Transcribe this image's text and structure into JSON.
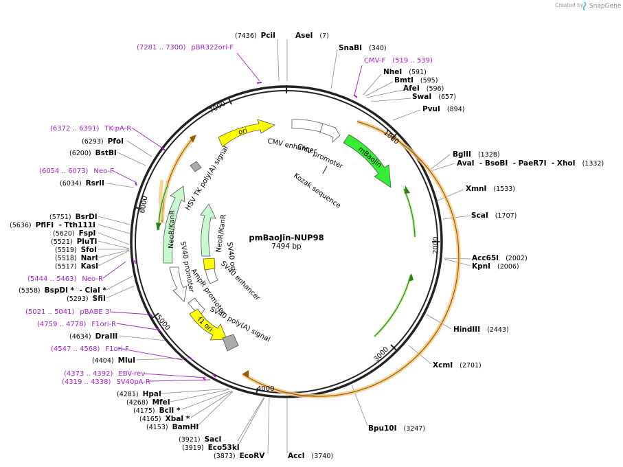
{
  "header": {
    "credit_prefix": "Created by",
    "credit_brand": "SnapGene"
  },
  "plasmid": {
    "name": "pmBaoJin-NUP98",
    "length_label": "7494 bp",
    "total_bp": 7494
  },
  "ticks": [
    {
      "bp": 1000,
      "label": "1000"
    },
    {
      "bp": 2000,
      "label": "2000"
    },
    {
      "bp": 3000,
      "label": "3000"
    },
    {
      "bp": 4000,
      "label": "4000"
    },
    {
      "bp": 5000,
      "label": "5000"
    },
    {
      "bp": 6000,
      "label": "6000"
    },
    {
      "bp": 7000,
      "label": "7000"
    }
  ],
  "sites": [
    {
      "name": "PciI",
      "pos": "(7436)"
    },
    {
      "name": "AseI",
      "pos": "(7)"
    },
    {
      "name": "SnaBI",
      "pos": "(340)"
    },
    {
      "name": "NheI",
      "pos": "(591)"
    },
    {
      "name": "BmtI",
      "pos": "(595)"
    },
    {
      "name": "AfeI",
      "pos": "(596)"
    },
    {
      "name": "SwaI",
      "pos": "(657)"
    },
    {
      "name": "PvuI",
      "pos": "(894)"
    },
    {
      "name": "BglII",
      "pos": "(1328)"
    },
    {
      "name": "AvaI  - BsoBI  - PaeR7I  - XhoI",
      "pos": "(1332)"
    },
    {
      "name": "XmnI",
      "pos": "(1533)"
    },
    {
      "name": "ScaI",
      "pos": "(1707)"
    },
    {
      "name": "Acc65I",
      "pos": "(2002)"
    },
    {
      "name": "KpnI",
      "pos": "(2006)"
    },
    {
      "name": "HindIII",
      "pos": "(2443)"
    },
    {
      "name": "XcmI",
      "pos": "(2701)"
    },
    {
      "name": "Bpu10I",
      "pos": "(3247)"
    },
    {
      "name": "AccI",
      "pos": "(3740)"
    },
    {
      "name": "EcoRV",
      "pos": "(3873)"
    },
    {
      "name": "Eco53kI",
      "pos": "(3919)"
    },
    {
      "name": "SacI",
      "pos": "(3921)"
    },
    {
      "name": "BamHI",
      "pos": "(4153)"
    },
    {
      "name": "XbaI *",
      "pos": "(4165)"
    },
    {
      "name": "BclI *",
      "pos": "(4175)"
    },
    {
      "name": "MfeI",
      "pos": "(4268)"
    },
    {
      "name": "HpaI",
      "pos": "(4281)"
    },
    {
      "name": "MluI",
      "pos": "(4404)"
    },
    {
      "name": "DraIII",
      "pos": "(4634)"
    },
    {
      "name": "SfiI",
      "pos": "(5293)"
    },
    {
      "name": "BspDI *  - ClaI *",
      "pos": "(5358)"
    },
    {
      "name": "KasI",
      "pos": "(5517)"
    },
    {
      "name": "NarI",
      "pos": "(5518)"
    },
    {
      "name": "SfoI",
      "pos": "(5519)"
    },
    {
      "name": "PluTI",
      "pos": "(5521)"
    },
    {
      "name": "FspI",
      "pos": "(5620)"
    },
    {
      "name": "PflFI  - Tth111I",
      "pos": "(5636)"
    },
    {
      "name": "BsrDI",
      "pos": "(5751)"
    },
    {
      "name": "RsrII",
      "pos": "(6034)"
    },
    {
      "name": "BstBI",
      "pos": "(6200)"
    },
    {
      "name": "PfoI",
      "pos": "(6293)"
    }
  ],
  "primers": [
    {
      "name": "pBR322ori-F",
      "range": "(7281 .. 7300)"
    },
    {
      "name": "CMV-F",
      "range": "(519 .. 539)"
    },
    {
      "name": "TK-pA-R",
      "range": "(6372 .. 6391)"
    },
    {
      "name": "Neo-F",
      "range": "(6054 .. 6073)"
    },
    {
      "name": "Neo-R",
      "range": "(5444 .. 5463)"
    },
    {
      "name": "pBABE 3'",
      "range": "(5021 .. 5041)"
    },
    {
      "name": "F1ori-R",
      "range": "(4759 .. 4778)"
    },
    {
      "name": "F1ori-F",
      "range": "(4547 .. 4568)"
    },
    {
      "name": "EBV-rev",
      "range": "(4373 .. 4392)"
    },
    {
      "name": "SV40pA-R",
      "range": "(4319 .. 4338)"
    }
  ],
  "features": {
    "ori": "ori",
    "cmv_enhancer": "CMV enhancer",
    "cmv_promoter": "CMV promoter",
    "mbaojin": "mBaoJin",
    "kozak": "Kozak sequence",
    "hsv_tk": "HSV TK poly(A) signal",
    "neokanr_outer": "NeoR/KanR",
    "neokanr_inner": "NeoR/KanR",
    "sv40_promoter": "SV40 promoter",
    "ampr_promoter": "AmpR promoter",
    "sv40_ori": "SV40 ori",
    "sv40_enhancer": "SV40 enhancer",
    "f1_ori": "f1 ori",
    "sv40_polya": "SV40 poly(A) signal"
  },
  "colors": {
    "backbone": "#222222",
    "primer": "#a020c8",
    "ori_fill": "#ffff00",
    "mbaojin_fill": "#33ee33",
    "neokanr_fill": "#c8f8d0",
    "orf_glow": "#f5c77e",
    "orf_line": "#9a5a00",
    "site_line": "#888888"
  }
}
